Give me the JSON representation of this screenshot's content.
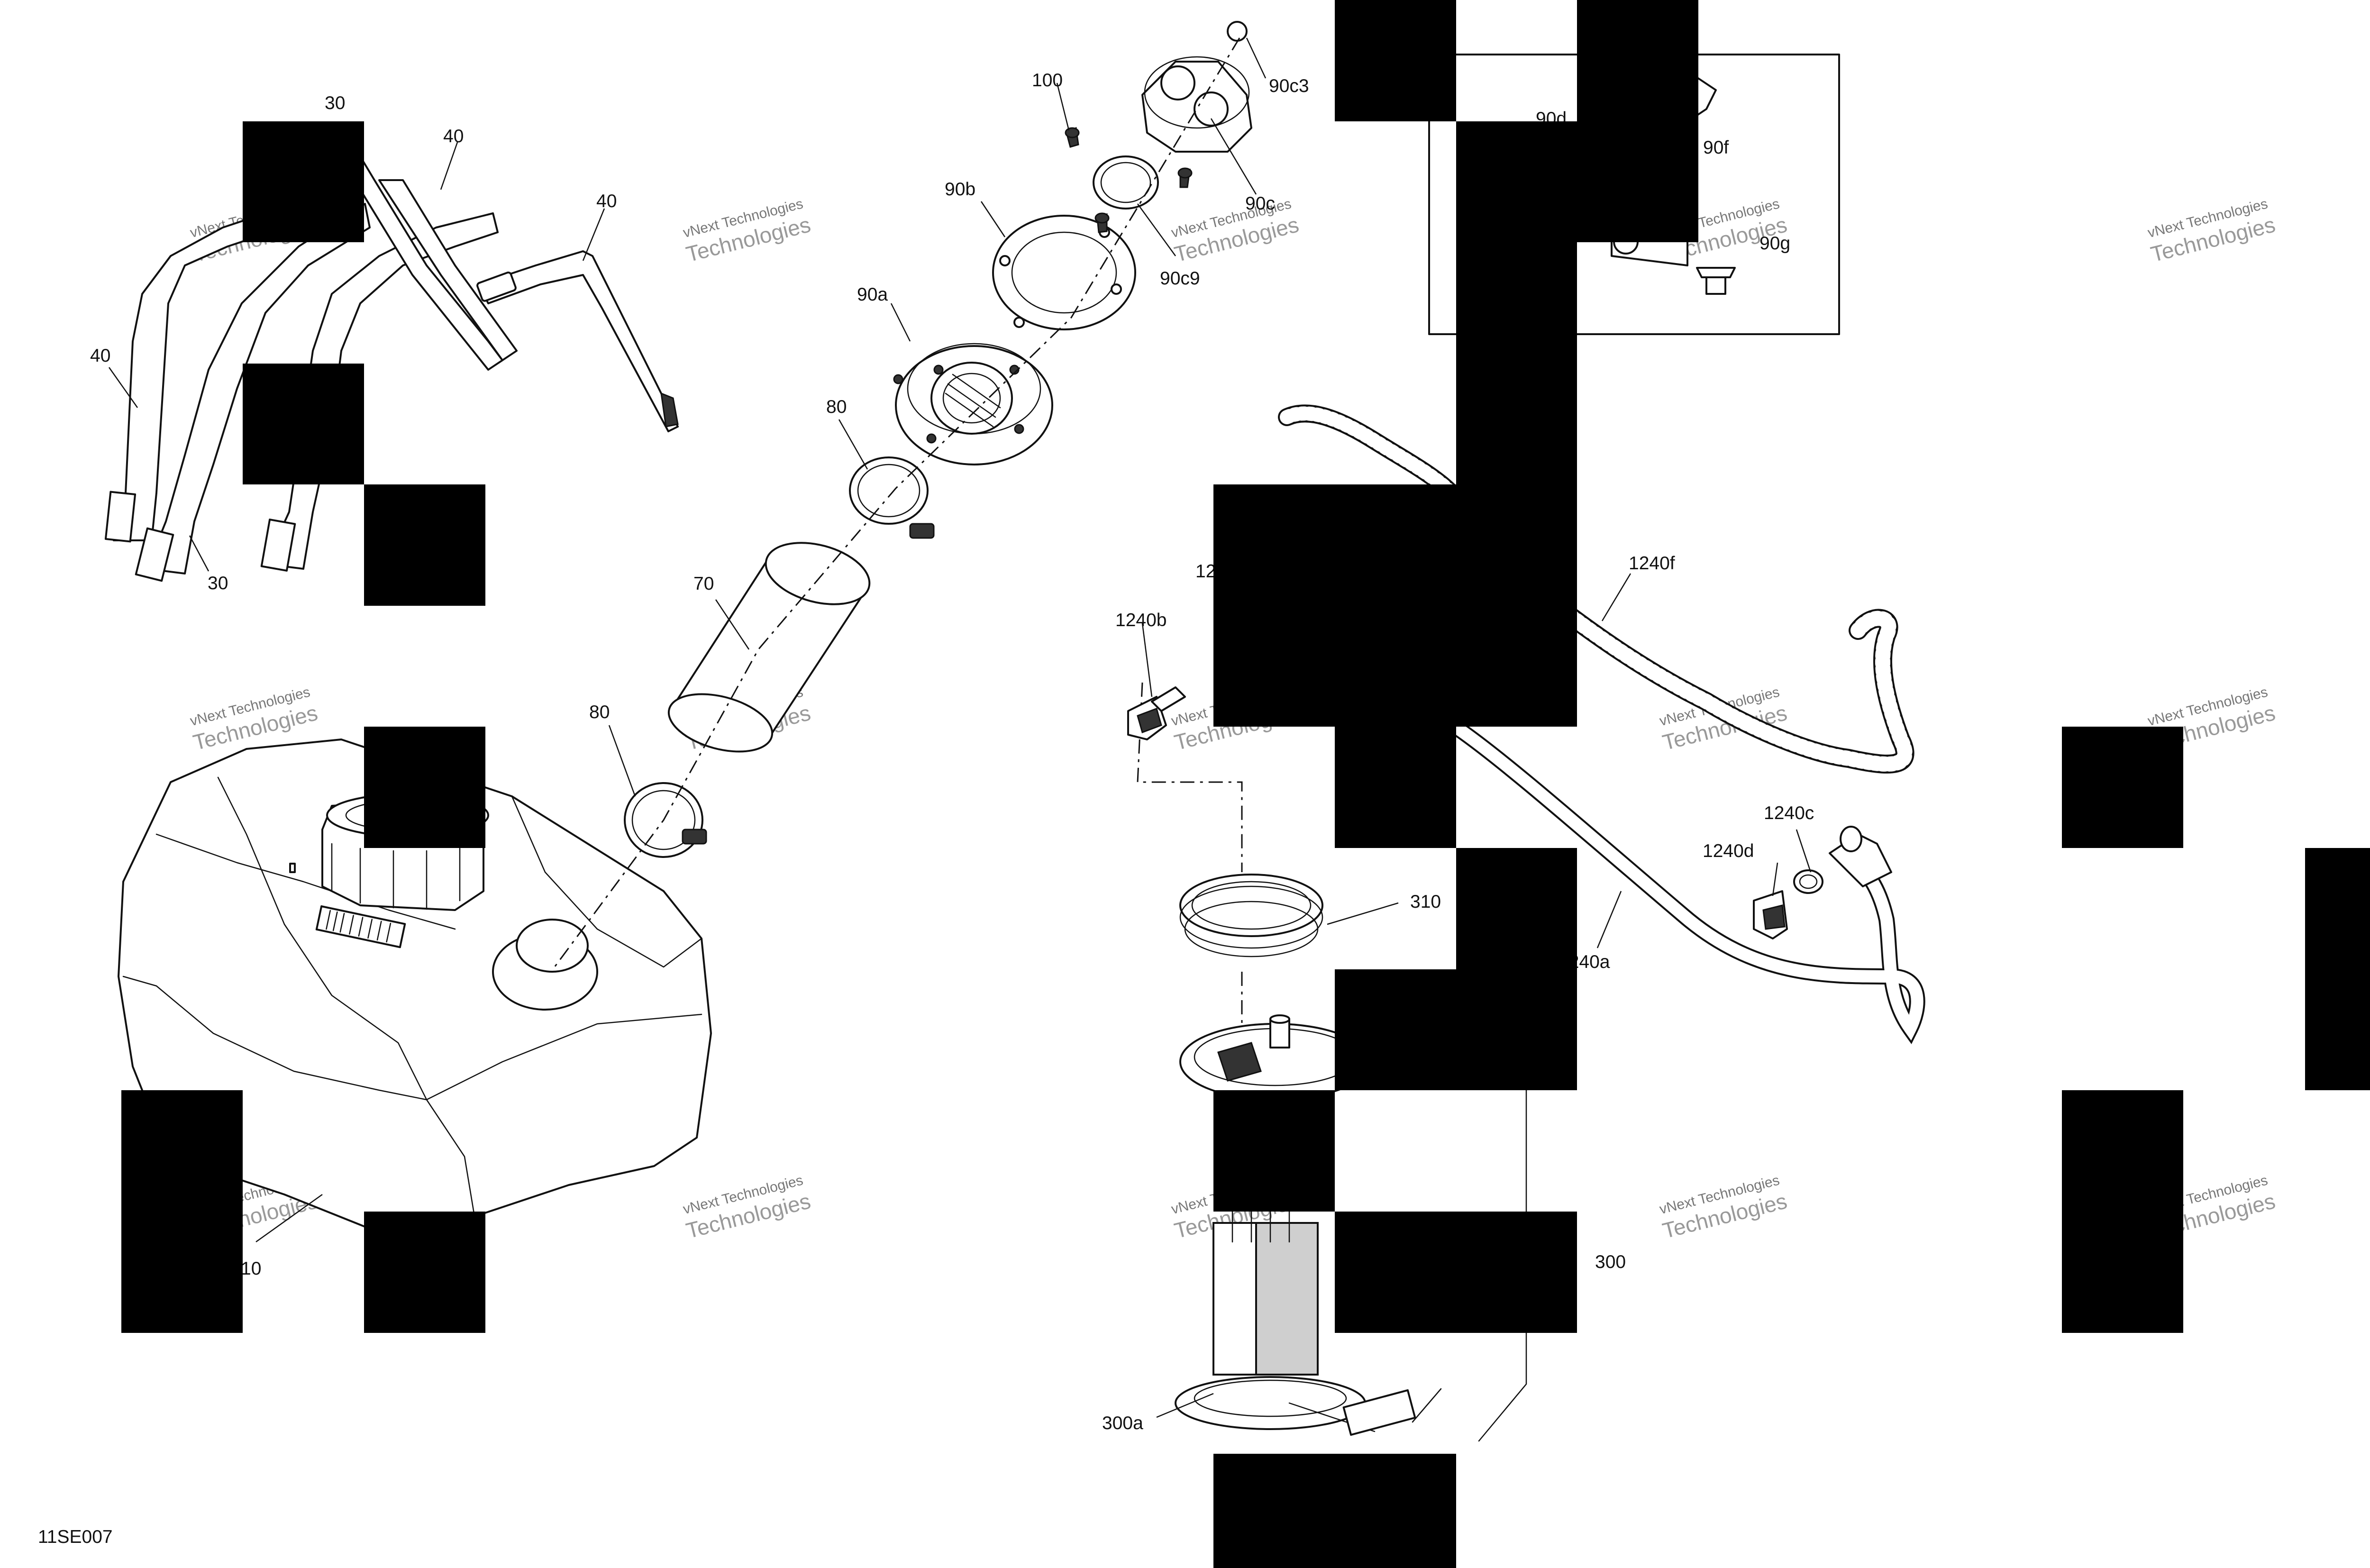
{
  "diagram_code": "11SE007",
  "watermark": {
    "line1": "vNext Technologies",
    "line2": "Technologies"
  },
  "callouts": {
    "c30_top": "30",
    "c40_a": "40",
    "c40_b": "40",
    "c40_left": "40",
    "c30_bottom": "30",
    "c100": "100",
    "c90c3": "90c3",
    "c90c": "90c",
    "c90c9": "90c9",
    "c90b": "90b",
    "c90a": "90a",
    "c80_top": "80",
    "c70": "70",
    "c80_bottom": "80",
    "c10": "10",
    "c90d": "90d",
    "c90f": "90f",
    "c90g": "90g",
    "c1240b": "1240b",
    "c1240f": "1240f",
    "c1240c": "1240c",
    "c1240d": "1240d",
    "c1240a": "1240a",
    "c310": "310",
    "c300": "300",
    "c300a": "300a",
    "c12_partial": "12"
  }
}
